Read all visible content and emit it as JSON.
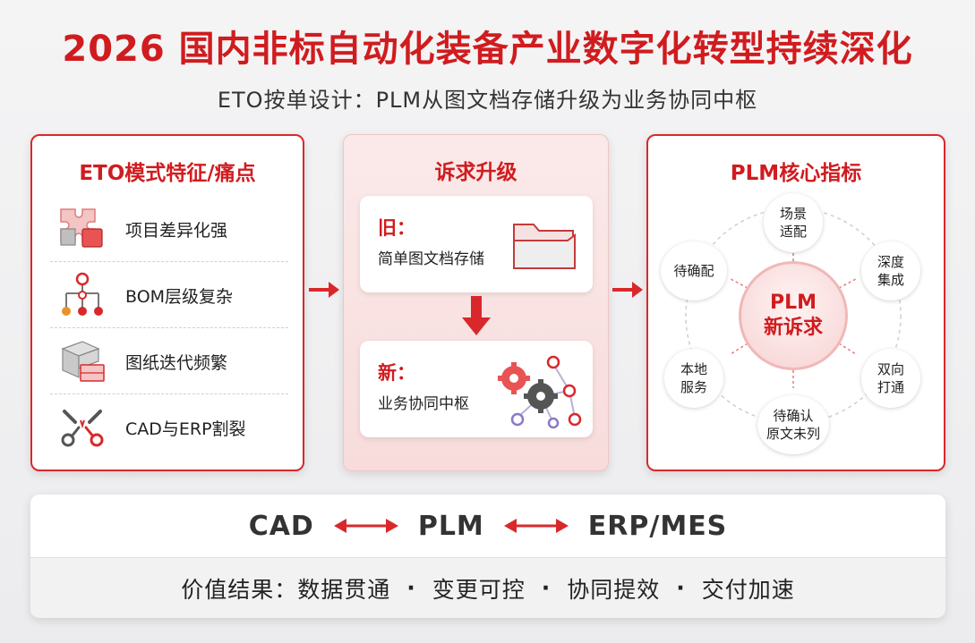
{
  "header": {
    "title": "2026 国内非标自动化装备产业数字化转型持续深化",
    "subtitle": "ETO按单设计：PLM从图文档存储升级为业务协同中枢"
  },
  "left_panel": {
    "title": "ETO模式特征/痛点",
    "items": [
      {
        "label": "项目差异化强",
        "icon": "puzzle-icon"
      },
      {
        "label": "BOM层级复杂",
        "icon": "hierarchy-icon"
      },
      {
        "label": "图纸迭代频繁",
        "icon": "boxes-icon"
      },
      {
        "label": "CAD与ERP割裂",
        "icon": "broken-link-icon"
      }
    ]
  },
  "mid_panel": {
    "title": "诉求升级",
    "old": {
      "tag": "旧：",
      "desc": "简单图文档存储",
      "icon": "folder-icon"
    },
    "new": {
      "tag": "新：",
      "desc": "业务协同中枢",
      "icon": "gears-network-icon"
    }
  },
  "right_panel": {
    "title": "PLM核心指标",
    "center": {
      "line1": "PLM",
      "line2": "新诉求"
    },
    "nodes": [
      {
        "line1": "场景",
        "line2": "适配"
      },
      {
        "line1": "深度",
        "line2": "集成"
      },
      {
        "line1": "双向",
        "line2": "打通"
      },
      {
        "line1": "待确认",
        "line2": "原文未列"
      },
      {
        "line1": "本地",
        "line2": "服务"
      },
      {
        "line1": "待确配",
        "line2": ""
      }
    ]
  },
  "bottom": {
    "flow": [
      "CAD",
      "PLM",
      "ERP/MES"
    ],
    "value_label": "价值结果：",
    "values": [
      "数据贯通",
      "变更可控",
      "协同提效",
      "交付加速"
    ],
    "separator": "·"
  },
  "colors": {
    "accent": "#d01c1f",
    "panel_border": "#d9282c"
  }
}
